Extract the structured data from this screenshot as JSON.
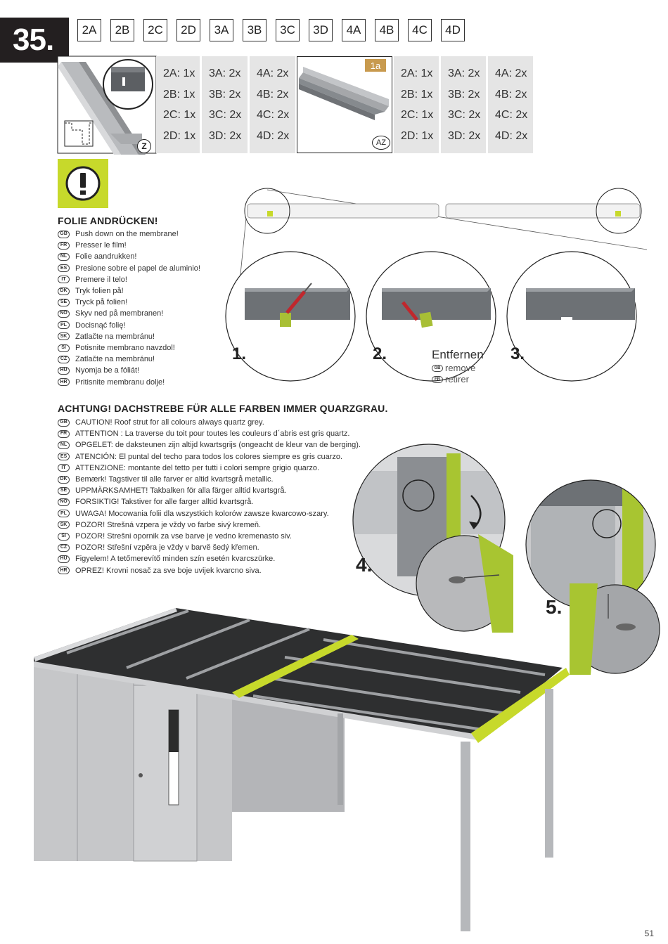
{
  "step": {
    "number": "35."
  },
  "variants": [
    "2A",
    "2B",
    "2C",
    "2D",
    "3A",
    "3B",
    "3C",
    "3D",
    "4A",
    "4B",
    "4C",
    "4D"
  ],
  "parts": [
    {
      "badge": "Z",
      "qty_columns": [
        [
          "2A:  1x",
          "2B:  1x",
          "2C:  1x",
          "2D:  1x"
        ],
        [
          "3A:  2x",
          "3B:  2x",
          "3C:  2x",
          "3D:  2x"
        ],
        [
          "4A:  2x",
          "4B:  2x",
          "4C:  2x",
          "4D:  2x"
        ]
      ]
    },
    {
      "badge": "AZ",
      "box_label": "1a",
      "qty_columns": [
        [
          "2A:  1x",
          "2B:  1x",
          "2C:  1x",
          "2D:  1x"
        ],
        [
          "3A:  2x",
          "3B:  2x",
          "3C:  2x",
          "3D:  2x"
        ],
        [
          "4A:  2x",
          "4B:  2x",
          "4C:  2x",
          "4D:  2x"
        ]
      ]
    }
  ],
  "warning": {
    "icon": "exclamation-icon",
    "title": "FOLIE ANDRÜCKEN!",
    "translations": [
      {
        "code": "GB",
        "text": "Push down on the membrane!"
      },
      {
        "code": "FR",
        "text": "Presser le film!"
      },
      {
        "code": "NL",
        "text": "Folie aandrukken!"
      },
      {
        "code": "ES",
        "text": "Presione sobre el papel de aluminio!"
      },
      {
        "code": "IT",
        "text": "Premere il telo!"
      },
      {
        "code": "DK",
        "text": "Tryk folien på!"
      },
      {
        "code": "SE",
        "text": "Tryck på folien!"
      },
      {
        "code": "NO",
        "text": "Skyv ned på membranen!"
      },
      {
        "code": "PL",
        "text": "Docisnąć folię!"
      },
      {
        "code": "SK",
        "text": "Zatlačte na membránu!"
      },
      {
        "code": "SI",
        "text": "Potisnite membrano navzdol!"
      },
      {
        "code": "CZ",
        "text": "Zatlačte na membránu!"
      },
      {
        "code": "HU",
        "text": "Nyomja be a fóliát!"
      },
      {
        "code": "HR",
        "text": "Pritisnite membranu dolje!"
      }
    ]
  },
  "substeps": {
    "one": "1.",
    "two": "2.",
    "three": "3.",
    "four": "4.",
    "five": "5.",
    "remove_de": "Entfernen",
    "remove": [
      {
        "code": "GB",
        "text": "remove"
      },
      {
        "code": "FR",
        "text": "retirer"
      }
    ]
  },
  "caution": {
    "title": "ACHTUNG! DACHSTREBE FÜR ALLE FARBEN IMMER QUARZGRAU.",
    "translations": [
      {
        "code": "GB",
        "text": "CAUTION! Roof strut for all colours always quartz grey."
      },
      {
        "code": "FR",
        "text": "ATTENTION : La traverse du toit pour toutes les couleurs d´abris est gris quartz."
      },
      {
        "code": "NL",
        "text": "OPGELET: de daksteunen zijn altijd kwartsgrijs (ongeacht de kleur van de berging)."
      },
      {
        "code": "ES",
        "text": "ATENCIÓN: El puntal del techo para todos los colores siempre es gris cuarzo."
      },
      {
        "code": "IT",
        "text": "ATTENZIONE: montante del tetto per tutti i colori sempre grigio quarzo."
      },
      {
        "code": "DK",
        "text": "Bemærk! Tagstiver til alle farver er altid kvartsgrå metallic."
      },
      {
        "code": "SE",
        "text": "UPPMÄRKSAMHET! Takbalken för alla färger alltid kvartsgrå."
      },
      {
        "code": "NO",
        "text": "FORSIKTIG! Takstiver for alle farger alltid kvartsgrå."
      },
      {
        "code": "PL",
        "text": "UWAGA! Mocowania folii dla wszystkich kolorów zawsze kwarcowo-szary."
      },
      {
        "code": "SK",
        "text": "POZOR! Strešná vzpera je vždy vo farbe sivý kremeň."
      },
      {
        "code": "SI",
        "text": "POZOR! Strešni opornik za vse barve je vedno kremenasto siv."
      },
      {
        "code": "CZ",
        "text": "POZOR! Střešní vzpěra je vždy v barvě šedý křemen."
      },
      {
        "code": "HU",
        "text": "Figyelem! A tetőmerevítő minden szín esetén kvarcszürke."
      },
      {
        "code": "HR",
        "text": "OPREZ! Krovni nosač za sve boje uvijek kvarcno siva."
      }
    ]
  },
  "page_number": "51",
  "colors": {
    "accent": "#c7d92b",
    "dark": "#231f20",
    "grey_panel": "#e5e5e5"
  }
}
